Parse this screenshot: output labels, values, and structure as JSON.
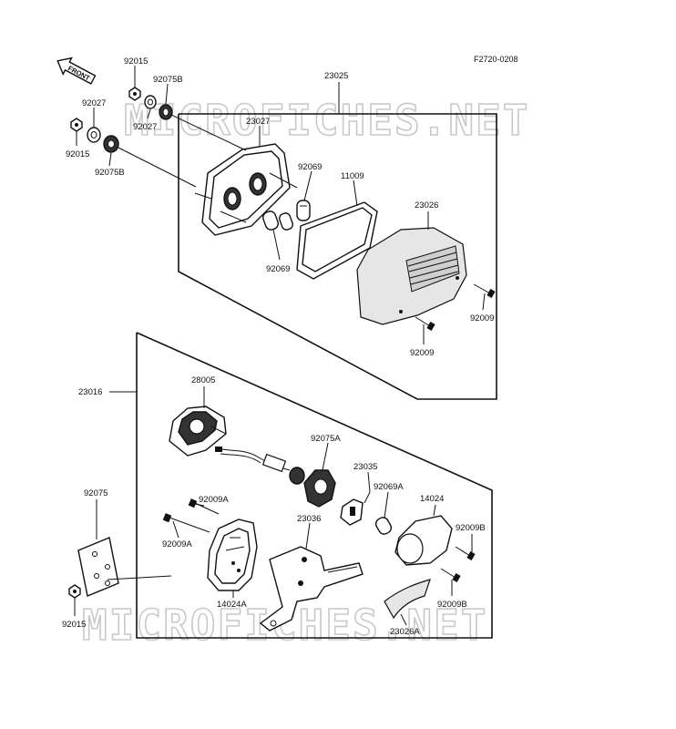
{
  "figure_code": "F2720-0208",
  "front_arrow_label": "FRONT",
  "watermarks": [
    "MICROFICHES.NET",
    "MICROFICHES.NET"
  ],
  "part_labels": {
    "p92015_top": "92015",
    "p92075B_top": "92075B",
    "p92027_left": "92027",
    "p92027_right": "92027",
    "p92015_left": "92015",
    "p92075B_left": "92075B",
    "p23025": "23025",
    "p23027": "23027",
    "p92069_upper": "92069",
    "p11009": "11009",
    "p92069_lower": "92069",
    "p23026": "23026",
    "p92009_right": "92009",
    "p92009_bottom": "92009",
    "p23016": "23016",
    "p28005": "28005",
    "p92075A": "92075A",
    "p23035": "23035",
    "p92069A": "92069A",
    "p14024": "14024",
    "p92075": "92075",
    "p92009A_upper": "92009A",
    "p92009A_lower": "92009A",
    "p23036": "23036",
    "p92009B_upper": "92009B",
    "p92009B_lower": "92009B",
    "p14024A": "14024A",
    "p92015_bottom": "92015",
    "p23026A": "23026A"
  }
}
